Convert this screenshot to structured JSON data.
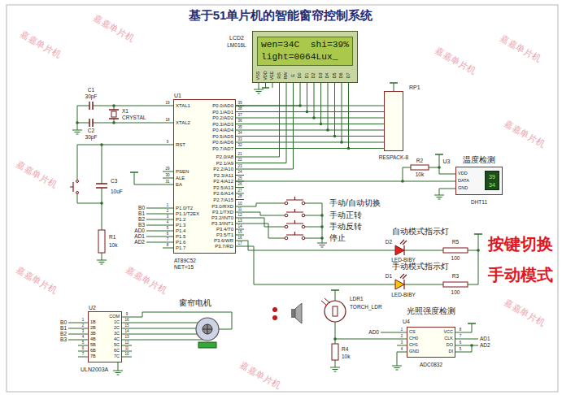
{
  "diagram": {
    "title": "基于51单片机的智能窗帘控制系统",
    "nodes": [
      {
        "text": [
          "LCD2",
          "LM016L"
        ]
      },
      {
        "text": [
          "wen=34C  shi=39%",
          "light=0064Lux_"
        ],
        "in": 0
      },
      {
        "text": [
          "U1",
          "AT89C52",
          "NET=15"
        ]
      },
      {
        "text": [
          "RP1",
          "RESPACK-8"
        ]
      },
      {
        "text": [
          "温度检测",
          "U3",
          "DHT11"
        ]
      },
      {
        "text": [
          "39",
          "34"
        ],
        "in": 4
      },
      {
        "text": [
          "U2",
          "ULN2003A"
        ]
      },
      {
        "text": [
          "光照强度检测",
          "U4",
          "ADC0832"
        ]
      }
    ],
    "edges": [
      {
        "from": 2,
        "to": 0,
        "arrow": "none"
      },
      {
        "from": 2,
        "to": 3,
        "arrow": "none"
      },
      {
        "from": 4,
        "to": 2,
        "arrow": "none"
      }
    ],
    "labels": [
      "嘉嘉单片机",
      "嘉嘉单片机",
      "嘉嘉单片机",
      "嘉嘉单片机",
      "嘉嘉单片机",
      "嘉嘉单片机",
      "嘉嘉单片机",
      "嘉嘉单片机",
      "嘉嘉单片机",
      "嘉嘉单片机",
      "VSS",
      "VDD",
      "VEE",
      "RS",
      "RW",
      "E",
      "D0",
      "D1",
      "D2",
      "D3",
      "D4",
      "D5",
      "D6",
      "D7",
      "C1",
      "30pF",
      "X1",
      "CRYSTAL",
      "C2",
      "30pF",
      "C3",
      "10uF",
      "R1",
      "10k",
      "XTAL1",
      "XTAL2",
      "RST",
      "PSEN",
      "ALE",
      "EA",
      "P1.0/T2",
      "P1.1/T2EX",
      "P1.2",
      "P1.3",
      "P1.4",
      "P1.5",
      "P1.6",
      "P1.7",
      "19",
      "18",
      "9",
      "29",
      "30",
      "31",
      "1",
      "2",
      "3",
      "4",
      "5",
      "6",
      "7",
      "8",
      "P0.0/AD0",
      "P0.1/AD1",
      "P0.2/AD2",
      "P0.3/AD3",
      "P0.4/AD4",
      "P0.5/AD5",
      "P0.6/AD6",
      "P0.7/AD7",
      "P2.0/A8",
      "P2.1/A9",
      "P2.2/A10",
      "P2.3/A11",
      "P2.4/A12",
      "P2.5/A13",
      "P2.6/A14",
      "P2.7/A15",
      "P3.0/RXD",
      "P3.1/TXD",
      "P3.2/INT0",
      "P3.3/INT1",
      "P3.4/T0",
      "P3.5/T1",
      "P3.6/WR",
      "P3.7/RD",
      "39",
      "38",
      "37",
      "36",
      "35",
      "34",
      "33",
      "32",
      "21",
      "22",
      "23",
      "24",
      "25",
      "26",
      "27",
      "28",
      "10",
      "11",
      "12",
      "13",
      "14",
      "15",
      "16",
      "17",
      "B0",
      "B1",
      "B2",
      "B3",
      "AD0",
      "AD1",
      "AD2",
      "R2",
      "10k",
      "VDD",
      "DATA",
      "GND",
      "手动/自动切换",
      "手动正转",
      "手动反转",
      "停止",
      "自动模式指示灯",
      "手动模式指示灯",
      "D2",
      "LED-BIBY",
      "R5",
      "100",
      "D1",
      "LED-BIBY",
      "R3",
      "100",
      "按键切换",
      "手动模式",
      "1B",
      "2B",
      "3B",
      "4B",
      "5B",
      "6B",
      "7B",
      "COM",
      "1C",
      "2C",
      "3C",
      "4C",
      "5C",
      "6C",
      "7C",
      "1",
      "2",
      "3",
      "4",
      "5",
      "6",
      "7",
      "9",
      "16",
      "15",
      "14",
      "13",
      "12",
      "11",
      "10",
      "B0",
      "B1",
      "B2",
      "B3",
      "窗帘电机",
      "LDR1",
      "TORCH_LDR",
      "R4",
      "10k",
      "AD0",
      "CS",
      "CH0",
      "CH1",
      "GND",
      "VCC",
      "CLK",
      "DO",
      "DI",
      "1",
      "2",
      "3",
      "4",
      "8",
      "7",
      "6",
      "5",
      "AD1",
      "AD2"
    ]
  }
}
